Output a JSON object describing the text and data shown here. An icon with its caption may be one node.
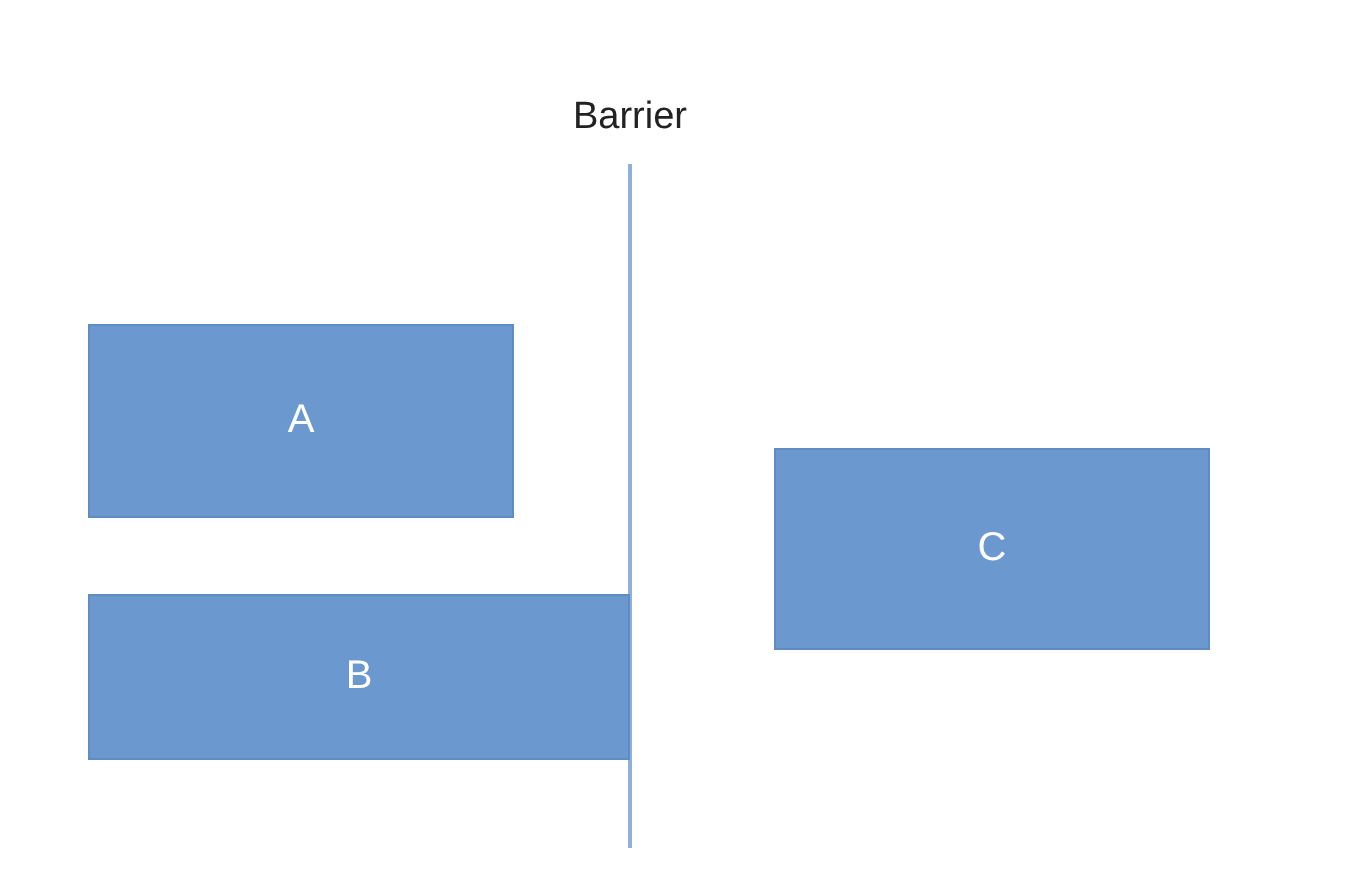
{
  "diagram": {
    "nodes": [
      {
        "text": [
          "Barrier"
        ]
      },
      {
        "text": [
          "A"
        ]
      },
      {
        "text": [
          "B"
        ]
      },
      {
        "text": [
          "C"
        ]
      }
    ],
    "edges": []
  }
}
